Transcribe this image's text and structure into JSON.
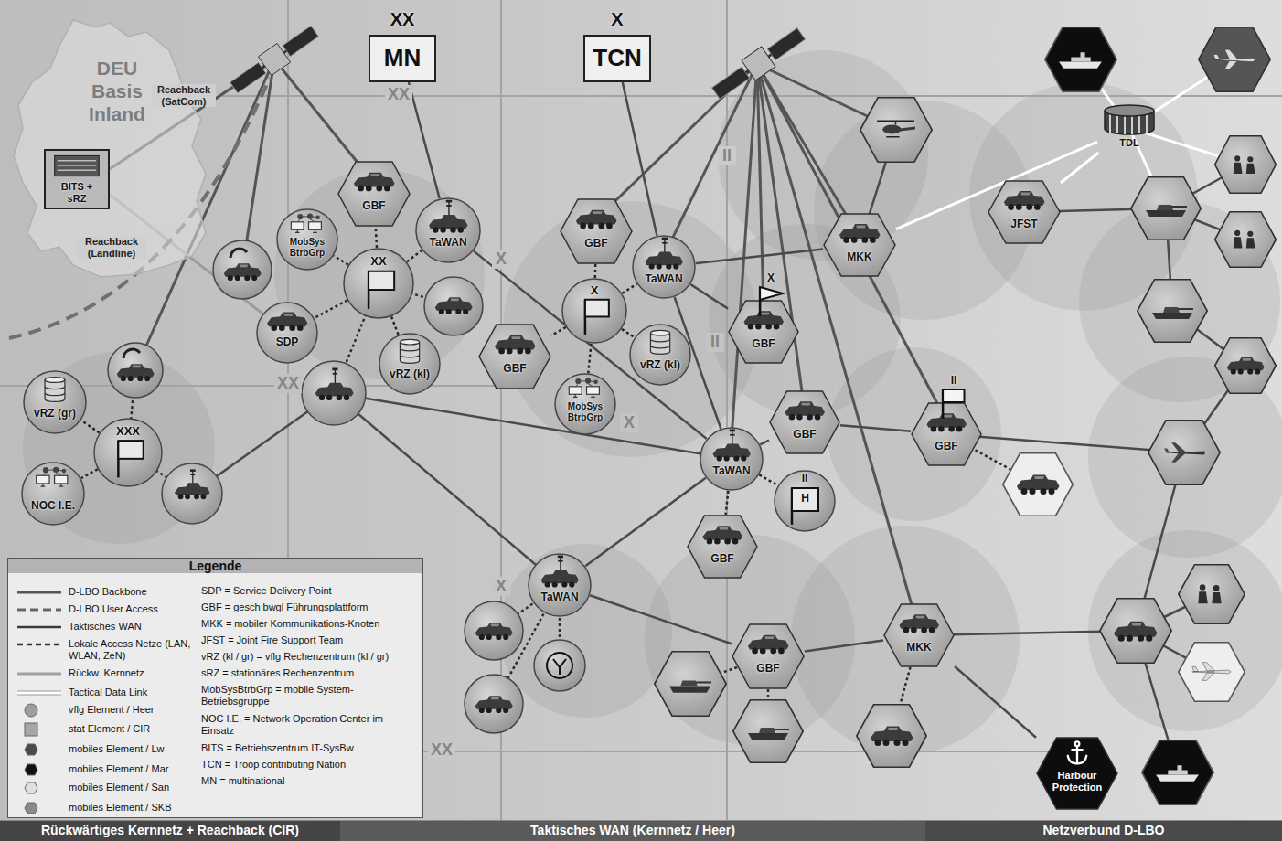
{
  "diagram": {
    "nodes": [
      {
        "text": [
          "DEU Basis Inland"
        ]
      },
      {
        "text": [
          "BITS + sRZ"
        ],
        "in": 0
      },
      {
        "text": [
          "XX",
          "MN"
        ]
      },
      {
        "text": [
          "X",
          "TCN"
        ]
      },
      {
        "text": [
          "GBF"
        ]
      },
      {
        "text": [
          "TaWAN"
        ]
      },
      {
        "text": [
          "MobSys BtrbGrp"
        ]
      },
      {
        "text": [
          "XX"
        ]
      },
      {
        "text": [
          "SDP"
        ]
      },
      {
        "text": [
          "vRZ (kl)"
        ]
      },
      {
        "text": [
          "GBF"
        ]
      },
      {
        "text": [
          "TaWAN"
        ]
      },
      {
        "text": [
          "X"
        ]
      },
      {
        "text": [
          "GBF"
        ]
      },
      {
        "text": [
          "MobSys BtrbGrp"
        ]
      },
      {
        "text": [
          "vRZ (kl)"
        ]
      },
      {
        "text": [
          "X",
          "GBF"
        ]
      },
      {
        "text": [
          "MKK"
        ]
      },
      {
        "text": [
          "JFST"
        ]
      },
      {
        "text": [
          "TDL"
        ]
      },
      {
        "text": [
          "vRZ (gr)"
        ]
      },
      {
        "text": [
          "XXX"
        ]
      },
      {
        "text": [
          "NOC I.E."
        ]
      },
      {
        "text": [
          "GBF"
        ]
      },
      {
        "text": [
          "II",
          "GBF"
        ]
      },
      {
        "text": [
          "TaWAN"
        ]
      },
      {
        "text": [
          "II",
          "H"
        ]
      },
      {
        "text": [
          "GBF"
        ]
      },
      {
        "text": [
          "TaWAN"
        ]
      },
      {
        "text": [
          "GBF"
        ]
      },
      {
        "text": [
          "MKK"
        ]
      },
      {
        "text": [
          "Harbour Protection"
        ]
      },
      {
        "text": [
          "Rückwärtiges Kernnetz + Reachback (CIR)"
        ]
      },
      {
        "text": [
          "Taktisches WAN (Kernnetz / Heer)"
        ]
      },
      {
        "text": [
          "Netzverbund D-LBO"
        ]
      }
    ],
    "edges": [
      {
        "from": 2,
        "to": 5,
        "arrow": "none"
      },
      {
        "from": 3,
        "to": 11,
        "arrow": "none"
      },
      {
        "from": 5,
        "to": 25,
        "arrow": "none"
      },
      {
        "from": 11,
        "to": 25,
        "arrow": "none"
      },
      {
        "from": 28,
        "to": 25,
        "arrow": "none"
      },
      {
        "from": 28,
        "to": 29,
        "arrow": "none"
      },
      {
        "from": 11,
        "to": 17,
        "arrow": "none"
      },
      {
        "from": 11,
        "to": 16,
        "arrow": "none"
      },
      {
        "from": 19,
        "to": 17,
        "arrow": "none"
      },
      {
        "from": 19,
        "to": 18,
        "arrow": "none"
      },
      {
        "from": 23,
        "to": 24,
        "arrow": "none"
      },
      {
        "from": 25,
        "to": 23,
        "arrow": "none"
      },
      {
        "from": 25,
        "to": 26,
        "arrow": "none"
      },
      {
        "from": 25,
        "to": 27,
        "arrow": "none"
      },
      {
        "from": 29,
        "to": 30,
        "arrow": "none"
      },
      {
        "from": 30,
        "to": 31,
        "arrow": "none"
      },
      {
        "from": 7,
        "to": 4,
        "arrow": "none"
      },
      {
        "from": 7,
        "to": 5,
        "arrow": "none"
      },
      {
        "from": 7,
        "to": 6,
        "arrow": "none"
      },
      {
        "from": 7,
        "to": 8,
        "arrow": "none"
      },
      {
        "from": 7,
        "to": 9,
        "arrow": "none"
      },
      {
        "from": 12,
        "to": 10,
        "arrow": "none"
      },
      {
        "from": 12,
        "to": 11,
        "arrow": "none"
      },
      {
        "from": 12,
        "to": 13,
        "arrow": "none"
      },
      {
        "from": 12,
        "to": 14,
        "arrow": "none"
      },
      {
        "from": 12,
        "to": 15,
        "arrow": "none"
      },
      {
        "from": 21,
        "to": 20,
        "arrow": "none"
      },
      {
        "from": 21,
        "to": 22,
        "arrow": "none"
      }
    ],
    "labels": [
      "Reachback (SatCom)",
      "Reachback (Landline)",
      "XX",
      "X",
      "XX",
      "II",
      "II",
      "X",
      "X",
      "XX",
      "Legende",
      "SDP = Service Delivery Point",
      "GBF = gesch bwgl Führungsplattform",
      "MKK = mobiler Kommunikations-Knoten",
      "JFST = Joint Fire Support Team",
      "vRZ (kl / gr) = vflg Rechenzentrum (kl / gr)",
      "sRZ = stationäres Rechenzentrum",
      "MobSysBtrbGrp = mobile System-Betriebsgruppe",
      "NOC I.E. = Network Operation Center im Einsatz",
      "BITS = Betriebszentrum IT-SysBw",
      "TCN = Troop contributing Nation",
      "MN = multinational"
    ],
    "legend": [
      {
        "text": "D-LBO Backbone"
      },
      {
        "text": "D-LBO User Access"
      },
      {
        "text": "Taktisches WAN"
      },
      {
        "text": "Lokale Access Netze (LAN, WLAN, ZeN)"
      },
      {
        "text": "Rückw. Kernnetz"
      },
      {
        "text": "Tactical Data Link"
      },
      {
        "text": "vflg Element / Heer",
        "color": "#9e9e9e"
      },
      {
        "text": "stat Element / CIR",
        "color": "#a6a6a6"
      },
      {
        "text": "mobiles Element / Lw",
        "color": "#4a4a4a"
      },
      {
        "text": "mobiles Element / Mar",
        "color": "#111111"
      },
      {
        "text": "mobiles Element / San",
        "color": "#e0e0e0"
      },
      {
        "text": "mobiles Element / SKB",
        "color": "#8a8a8a"
      }
    ]
  }
}
